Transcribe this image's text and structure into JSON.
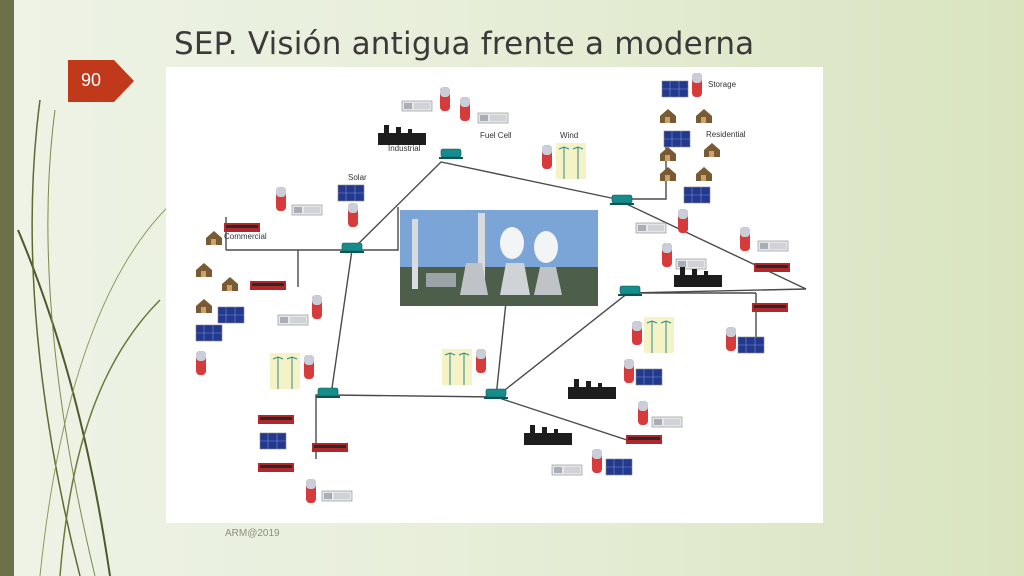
{
  "slide": {
    "title": "SEP. Visión antigua frente a moderna",
    "number": "90",
    "footer": "ARM@2019",
    "accent_color": "#c0391b",
    "band_color": "#6e7049"
  },
  "diagram": {
    "labels": {
      "storage": "Storage",
      "residential": "Residential",
      "industrial": "Industrial",
      "fuel_cell": "Fuel Cell",
      "wind": "Wind",
      "solar": "Solar",
      "commercial": "Commercial"
    },
    "icons": [
      "power-plant-photo",
      "battery-icon",
      "generator-icon",
      "solar-panel-icon",
      "wind-turbine-icon",
      "factory-icon",
      "house-icon",
      "grid-node-icon",
      "server-unit-icon"
    ]
  }
}
